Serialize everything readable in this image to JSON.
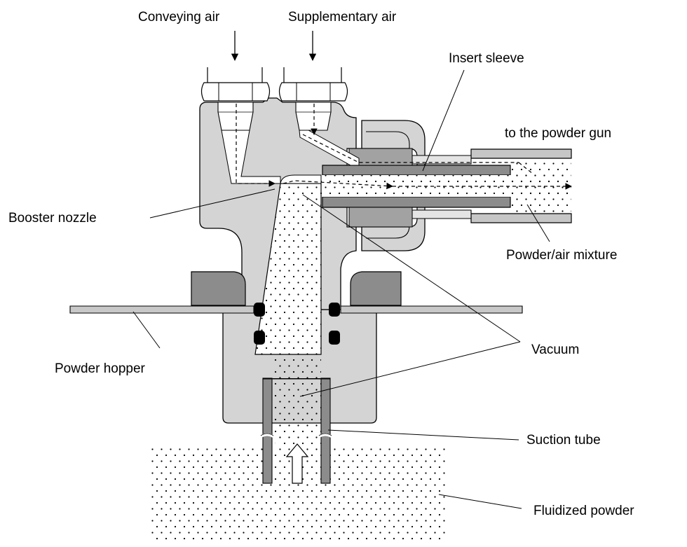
{
  "labels": {
    "conveying_air": "Conveying air",
    "supplementary_air": "Supplementary air",
    "insert_sleeve": "Insert sleeve",
    "to_powder_gun": "to the powder gun",
    "booster_nozzle": "Booster nozzle",
    "powder_air_mixture": "Powder/air mixture",
    "vacuum": "Vacuum",
    "powder_hopper": "Powder hopper",
    "suction_tube": "Suction tube",
    "fluidized_powder": "Fluidized powder"
  },
  "colors": {
    "body_fill": "#d4d4d4",
    "dark_fill": "#8c8c8c",
    "outline": "#000000",
    "background": "#ffffff"
  }
}
